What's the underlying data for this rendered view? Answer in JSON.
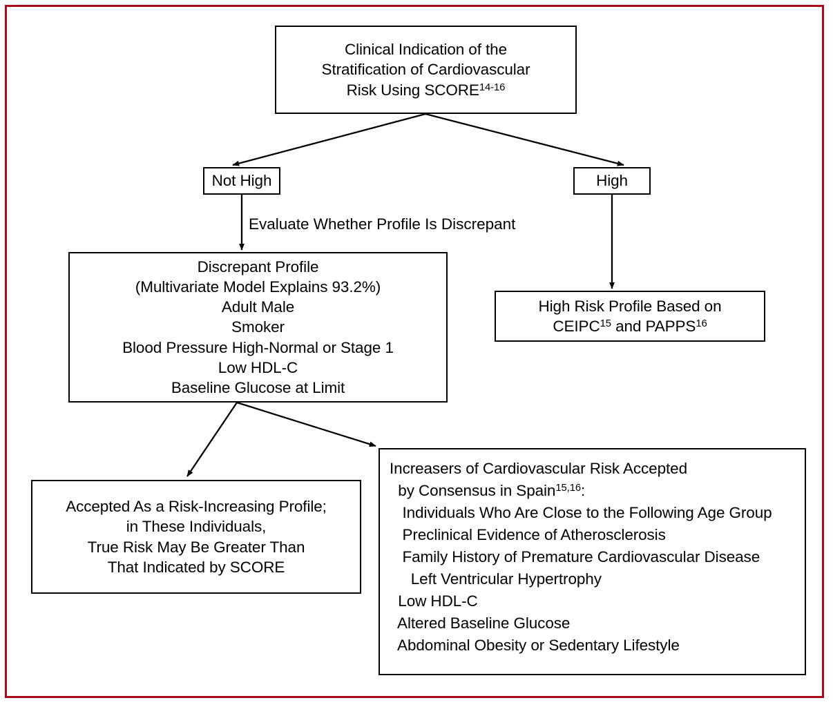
{
  "figure": {
    "frame_color": "#A8091B",
    "node_border_color": "#000000",
    "background": "#ffffff"
  },
  "nodes": {
    "score": {
      "name": "clinical-indication-score",
      "lines": [
        "Clinical Indication of the",
        "Stratification of Cardiovascular",
        "Risk Using SCORE"
      ],
      "superscript": "14-16"
    },
    "not_high": {
      "label": "Not High"
    },
    "high": {
      "label": "High"
    },
    "discrepant": {
      "lines": [
        "Discrepant Profile",
        "(Multivariate Model Explains 93.2%)",
        "Adult Male",
        "Smoker",
        "Blood Pressure High-Normal or Stage 1",
        "Low HDL-C",
        "Baseline Glucose at Limit"
      ]
    },
    "high_risk": {
      "line1": "High Risk Profile Based on",
      "line2_a": "CEIPC",
      "line2_sup_a": "15",
      "line2_b": " and PAPPS",
      "line2_sup_b": "16"
    },
    "accepted": {
      "lines": [
        "Accepted As a Risk-Increasing Profile;",
        "in These Individuals,",
        "True Risk May Be Greater Than",
        "That Indicated by SCORE"
      ]
    },
    "increasers": {
      "header_line1": "Increasers of Cardiovascular Risk Accepted",
      "header_line2_a": "  by Consensus in Spain",
      "header_line2_sup": "15,16",
      "header_line2_b": ":",
      "items": [
        "   Individuals Who Are Close to the Following Age Group",
        "   Preclinical Evidence of Atherosclerosis",
        "   Family History of Premature Cardiovascular Disease",
        "     Left Ventricular Hypertrophy",
        "  Low HDL-C",
        "  Altered Baseline Glucose",
        "  Abdominal Obesity or Sedentary Lifestyle"
      ]
    }
  },
  "edges": {
    "evaluate_label": "Evaluate Whether Profile Is Discrepant"
  }
}
